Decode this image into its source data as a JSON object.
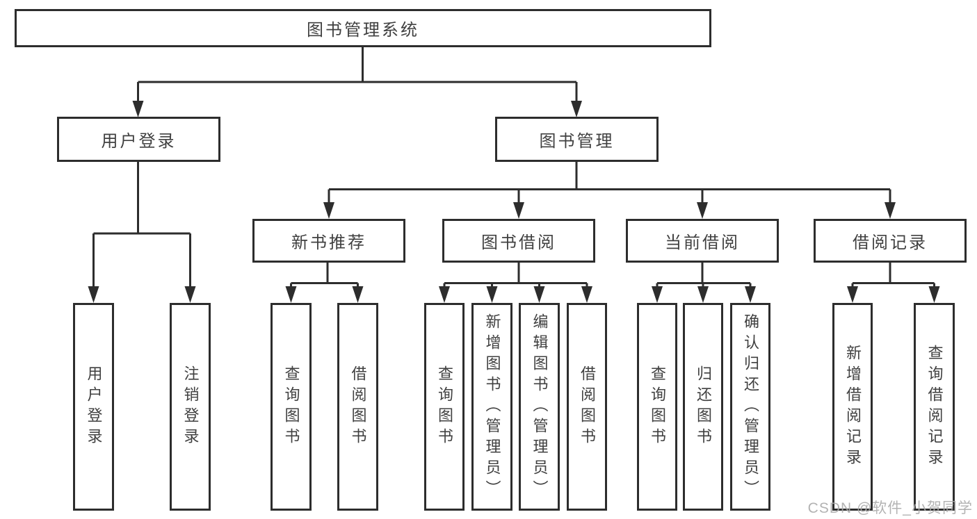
{
  "tree": {
    "label": "图书管理系统",
    "children": [
      {
        "label": "用户登录",
        "children": [
          {
            "label": "用户登录"
          },
          {
            "label": "注销登录"
          }
        ]
      },
      {
        "label": "图书管理",
        "children": [
          {
            "label": "新书推荐",
            "children": [
              {
                "label": "查询图书"
              },
              {
                "label": "借阅图书"
              }
            ]
          },
          {
            "label": "图书借阅",
            "children": [
              {
                "label": "查询图书"
              },
              {
                "label": "新增图书（管理员）"
              },
              {
                "label": "编辑图书（管理员）"
              },
              {
                "label": "借阅图书"
              }
            ]
          },
          {
            "label": "当前借阅",
            "children": [
              {
                "label": "查询图书"
              },
              {
                "label": "归还图书"
              },
              {
                "label": "确认归还（管理员）"
              }
            ]
          },
          {
            "label": "借阅记录",
            "children": [
              {
                "label": "新增借阅记录"
              },
              {
                "label": "查询借阅记录"
              }
            ]
          }
        ]
      }
    ]
  },
  "watermark": "CSDN @软件_小贺同学",
  "colors": {
    "line": "#2d2d2d",
    "box_border": "#2d2d2d",
    "text": "#404040",
    "watermark": "#ababab",
    "background": "#ffffff"
  }
}
